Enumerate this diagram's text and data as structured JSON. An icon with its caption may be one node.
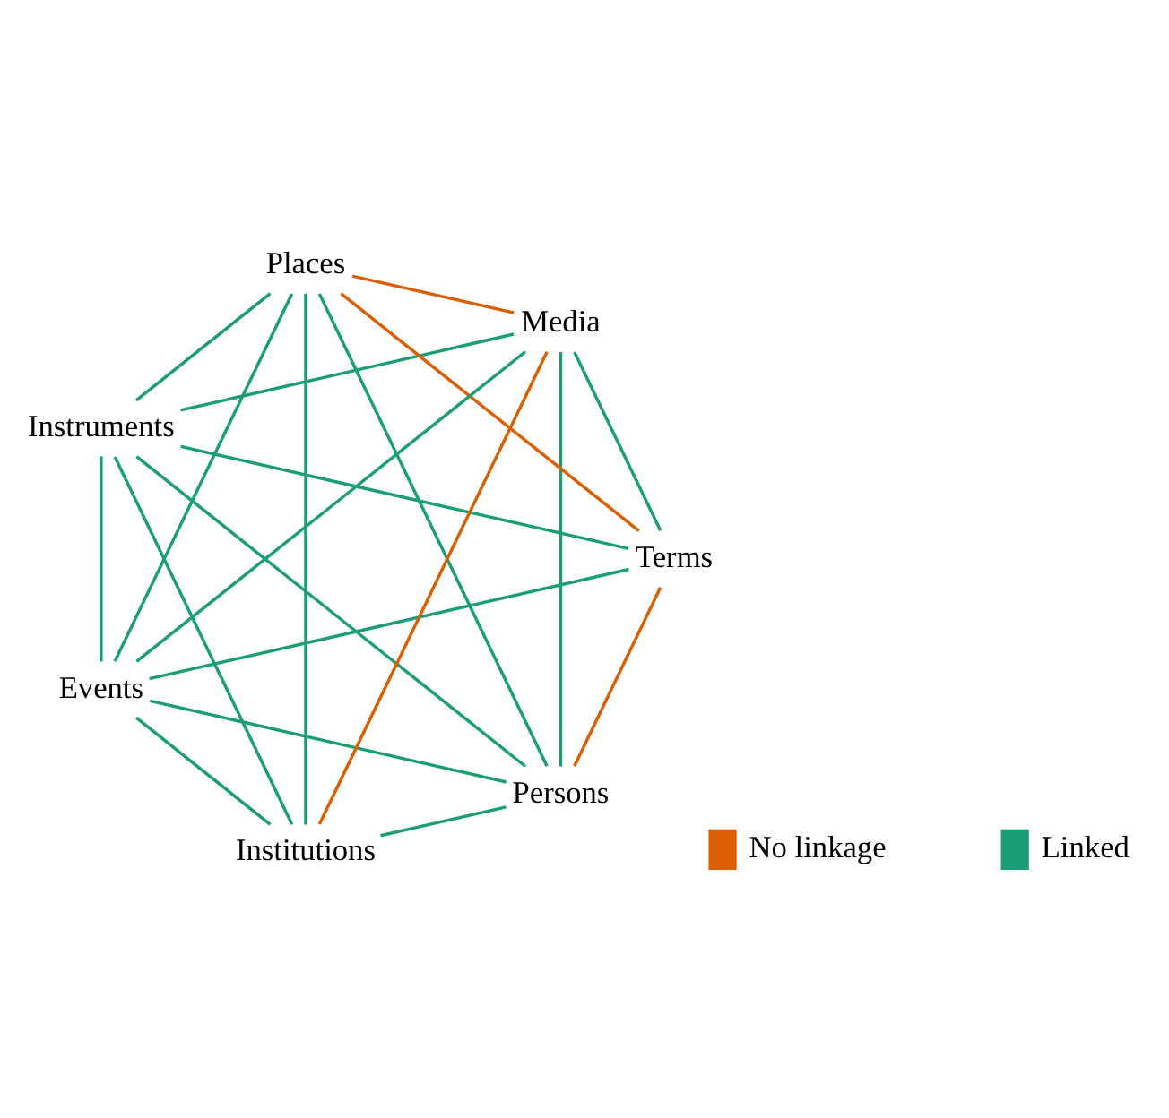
{
  "diagram": {
    "nodes": [
      {
        "text": [
          "Persons"
        ]
      },
      {
        "text": [
          "Instruments"
        ]
      },
      {
        "text": [
          "Places"
        ]
      },
      {
        "text": [
          "Terms"
        ]
      },
      {
        "text": [
          "Media"
        ]
      },
      {
        "text": [
          "Events"
        ]
      },
      {
        "text": [
          "Institutions"
        ]
      }
    ],
    "edges": [
      {
        "from": 0,
        "to": 1,
        "arrow": "none"
      },
      {
        "from": 0,
        "to": 3,
        "arrow": "none",
        "color": "#d95f02"
      },
      {
        "from": 0,
        "to": 2,
        "arrow": "none"
      },
      {
        "from": 0,
        "to": 4,
        "arrow": "none"
      },
      {
        "from": 0,
        "to": 6,
        "arrow": "none"
      },
      {
        "from": 0,
        "to": 5,
        "arrow": "none"
      },
      {
        "from": 1,
        "to": 2,
        "arrow": "none"
      },
      {
        "from": 1,
        "to": 3,
        "arrow": "none"
      },
      {
        "from": 1,
        "to": 5,
        "arrow": "none"
      },
      {
        "from": 1,
        "to": 4,
        "arrow": "none"
      },
      {
        "from": 1,
        "to": 6,
        "arrow": "none"
      },
      {
        "from": 2,
        "to": 3,
        "arrow": "none",
        "color": "#d95f02"
      },
      {
        "from": 2,
        "to": 4,
        "arrow": "none",
        "color": "#d95f02"
      },
      {
        "from": 2,
        "to": 5,
        "arrow": "none"
      },
      {
        "from": 2,
        "to": 6,
        "arrow": "none"
      },
      {
        "from": 3,
        "to": 4,
        "arrow": "none"
      },
      {
        "from": 3,
        "to": 5,
        "arrow": "none"
      },
      {
        "from": 4,
        "to": 5,
        "arrow": "none"
      },
      {
        "from": 4,
        "to": 6,
        "arrow": "none",
        "color": "#d95f02"
      },
      {
        "from": 5,
        "to": 6,
        "arrow": "none"
      }
    ],
    "legend": [
      {
        "text": "No linkage",
        "color": "#d95f02"
      },
      {
        "text": "Linked",
        "color": "#1b9e77"
      }
    ]
  }
}
